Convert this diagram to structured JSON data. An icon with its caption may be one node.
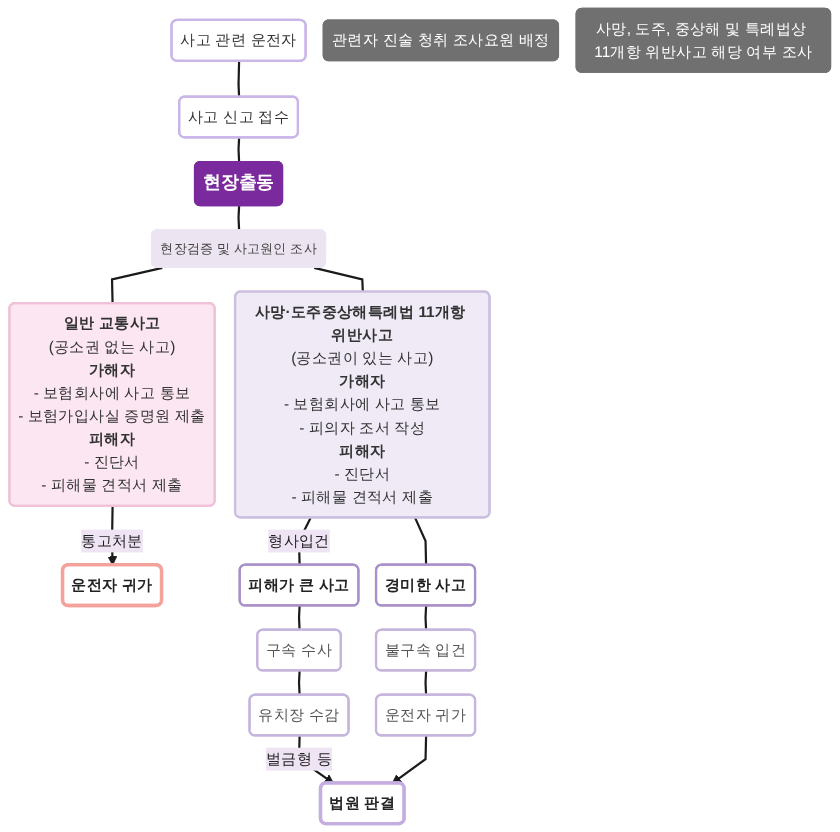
{
  "diagram": {
    "nodes": [
      {
        "text": [
          "사고 관련 운전자"
        ]
      },
      {
        "text": [
          "사고 신고 접수"
        ]
      },
      {
        "text": [
          "관련자 진술 청취 조사요원 배정"
        ]
      },
      {
        "text": [
          "현장출동"
        ]
      },
      {
        "text": [
          "사망, 도주, 중상해 및 특례법상 11개항 위반사고 해당 여부 조사"
        ]
      },
      {
        "text": [
          "현장검증 및 사고원인 조사"
        ]
      },
      {
        "text": [
          "일반 교통사고",
          "(공소권 없는 사고)",
          "가해자",
          "- 보험회사에 사고 통보",
          "- 보험가입사실 증명원 제출",
          "피해자",
          "- 진단서",
          "- 피해물 견적서 제출"
        ]
      },
      {
        "text": [
          "운전자 귀가"
        ]
      },
      {
        "text": [
          "사망·도주중상해특례법 11개항 위반사고",
          "(공소권이 있는 사고)",
          "가해자",
          "- 보험회사에 사고 통보",
          "- 피의자 조서 작성",
          "피해자",
          "- 진단서",
          "- 피해물 견적서 제출"
        ]
      },
      {
        "text": [
          "피해가 큰 사고"
        ]
      },
      {
        "text": [
          "구속 수사"
        ]
      },
      {
        "text": [
          "유치장 수감"
        ]
      },
      {
        "text": [
          "경미한 사고"
        ]
      },
      {
        "text": [
          "불구속 입건"
        ]
      },
      {
        "text": [
          "운전자 귀가"
        ]
      },
      {
        "text": [
          "법원 판결"
        ]
      }
    ],
    "edges": [
      {
        "from": 0,
        "to": 1,
        "arrow": "none"
      },
      {
        "from": 1,
        "to": 3,
        "arrow": "none"
      },
      {
        "from": 3,
        "to": 5,
        "arrow": "none"
      },
      {
        "from": 5,
        "to": 6,
        "arrow": "none"
      },
      {
        "from": 5,
        "to": 8,
        "arrow": "none"
      },
      {
        "from": 6,
        "to": 7,
        "arrow": "to",
        "label": "통고처분"
      },
      {
        "from": 8,
        "to": 9,
        "arrow": "none",
        "label": "형사입건"
      },
      {
        "from": 8,
        "to": 12,
        "arrow": "none"
      },
      {
        "from": 9,
        "to": 10,
        "arrow": "none"
      },
      {
        "from": 10,
        "to": 11,
        "arrow": "none"
      },
      {
        "from": 12,
        "to": 13,
        "arrow": "none"
      },
      {
        "from": 13,
        "to": 14,
        "arrow": "none"
      },
      {
        "from": 11,
        "to": 15,
        "arrow": "to",
        "label": "벌금형 등"
      },
      {
        "from": 14,
        "to": 15,
        "arrow": "to"
      }
    ]
  }
}
